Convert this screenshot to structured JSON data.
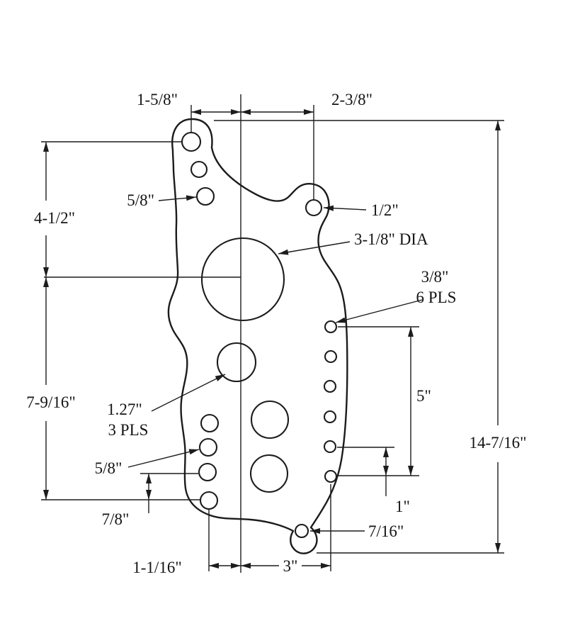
{
  "drawing": {
    "labels": {
      "dim_top_left": "1-5/8\"",
      "dim_top_right": "2-3/8\"",
      "callout_5_8_top": "5/8\"",
      "dim_4_1_2": "4-1/2\"",
      "callout_1_2": "1/2\"",
      "callout_3_1_8_dia": "3-1/8\" DIA",
      "callout_3_8": "3/8\"",
      "callout_3_8_pls": "6 PLS",
      "dim_5": "5\"",
      "dim_7_9_16": "7-9/16\"",
      "callout_1_27": "1.27\"",
      "callout_1_27_pls": "3 PLS",
      "dim_14_7_16": "14-7/16\"",
      "callout_5_8_bottom": "5/8\"",
      "dim_1": "1\"",
      "dim_7_8": "7/8\"",
      "callout_7_16": "7/16\"",
      "dim_1_1_16": "1-1/16\"",
      "dim_3": "3\""
    },
    "colors": {
      "ink": "#1c1c1c",
      "background": "#ffffff"
    }
  }
}
